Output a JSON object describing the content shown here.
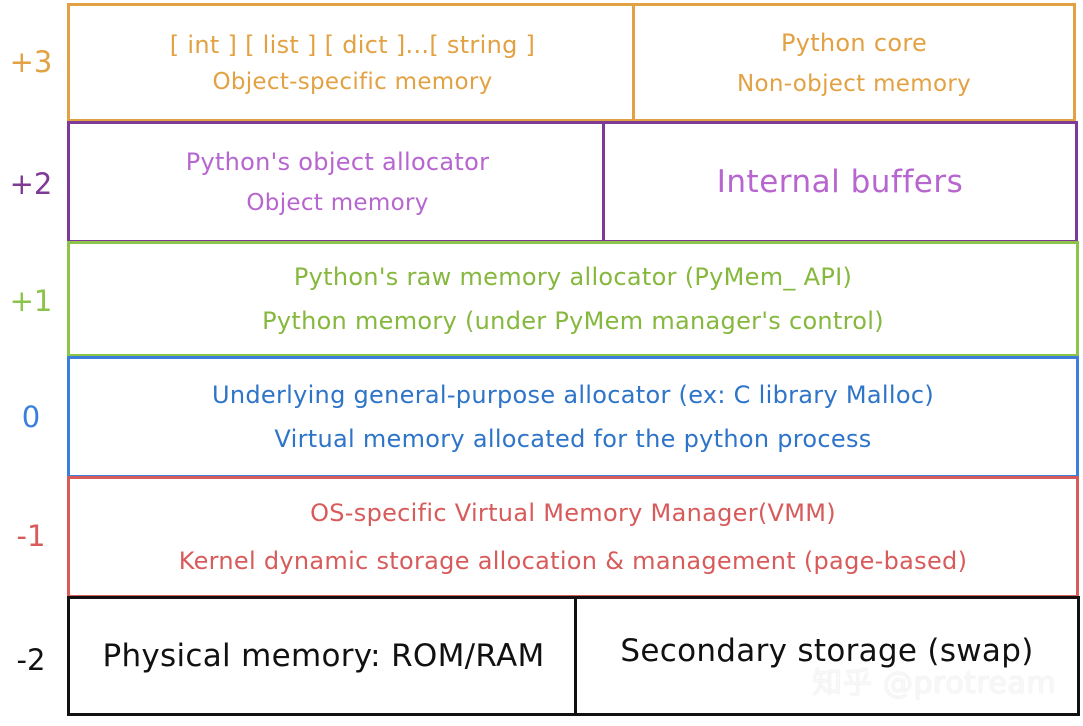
{
  "colors": {
    "orange": "#e2a243",
    "purple": "#7e3a94",
    "purple_text": "#b765cf",
    "green": "#8cc34a",
    "green_text": "#86b83e",
    "blue": "#3a7fdc",
    "blue_text": "#2e74c8",
    "red": "#d85b5b",
    "black": "#111111"
  },
  "levels": [
    {
      "label": "+3",
      "left_lines": [
        "[ int ] [ list ] [ dict ]...[ string ]",
        "Object-specific memory"
      ],
      "right_lines": [
        "Python core",
        "Non-object memory"
      ]
    },
    {
      "label": "+2",
      "left_lines": [
        "Python's object allocator",
        "Object memory"
      ],
      "right_lines": [
        "Internal buffers"
      ]
    },
    {
      "label": "+1",
      "lines": [
        "Python's raw memory allocator (PyMem_ API)",
        "Python memory (under PyMem manager's control)"
      ]
    },
    {
      "label": "0",
      "lines": [
        "Underlying general-purpose allocator (ex: C library Malloc)",
        "Virtual memory allocated for the python process"
      ]
    },
    {
      "label": "-1",
      "lines": [
        "OS-specific Virtual Memory Manager(VMM)",
        "Kernel dynamic storage allocation & management (page-based)"
      ]
    },
    {
      "label": "-2",
      "left_lines": [
        "Physical memory: ROM/RAM"
      ],
      "right_lines": [
        "Secondary storage (swap)"
      ]
    }
  ],
  "watermark": "知乎 @protream"
}
